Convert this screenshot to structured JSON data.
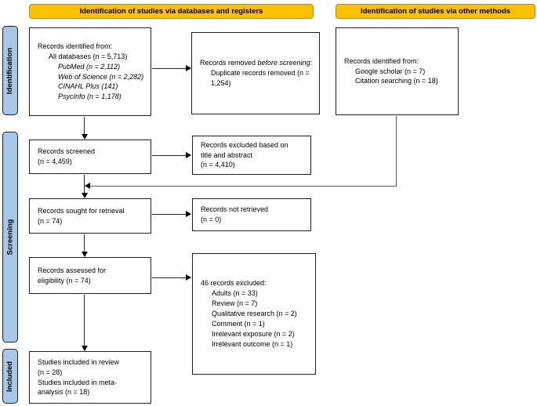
{
  "diagram": {
    "headers": {
      "databases": "Identification of studies via databases and registers",
      "other": "Identification of studies via other methods"
    },
    "stages": {
      "identification": "Identification",
      "screening": "Screening",
      "included": "Included"
    },
    "boxes": {
      "identified_db": {
        "title": "Records identified from:",
        "all_databases": "All databases (n = 5,713)",
        "sources": [
          "PubMed (n = 2,112)",
          "Web of Science (n = 2,282)",
          "CINAHL Plus (141)",
          "PsycInfo (n = 1,178)"
        ]
      },
      "removed": {
        "pre": "Records removed ",
        "emphasis": "before screening",
        "post": ":",
        "item": "Duplicate records removed (n = 1,254)"
      },
      "identified_other": {
        "title": "Records identified from:",
        "sources": [
          "Google scholar (n = 7)",
          "Citation searching (n = 18)"
        ]
      },
      "screened": {
        "l1": "Records screened",
        "l2": "(n = 4,459)"
      },
      "excluded_title_abstract": {
        "l1": "Records excluded based on",
        "l2": "title and abstract",
        "l3": "(n = 4,410)"
      },
      "sought": {
        "l1": "Records sought for retrieval",
        "l2": "(n = 74)"
      },
      "not_retrieved": {
        "l1": "Records not retrieved",
        "l2": "(n = 0)"
      },
      "assessed": {
        "l1": "Records assessed for",
        "l2": "eligibility (n = 74)"
      },
      "excluded_eligibility": {
        "title": "46 records excluded:",
        "reasons": [
          "Adults (n = 33)",
          "Review (n = 7)",
          "Qualitative research (n = 2)",
          "Comment (n = 1)",
          "Irrelevant exposure (n = 2)",
          "Irrelevant outcome (n = 1)"
        ]
      },
      "included_studies": {
        "l1": "Studies included in review",
        "l2": "(n = 28)",
        "l3": "Studies included in meta-",
        "l4": "analysis (n = 18)"
      }
    },
    "colors": {
      "header_bg": "#FFC000",
      "header_border": "#BC8C00",
      "stage_bg": "#A8C6E5",
      "box_border": "#1F1F1F",
      "connector": "#595959"
    }
  }
}
